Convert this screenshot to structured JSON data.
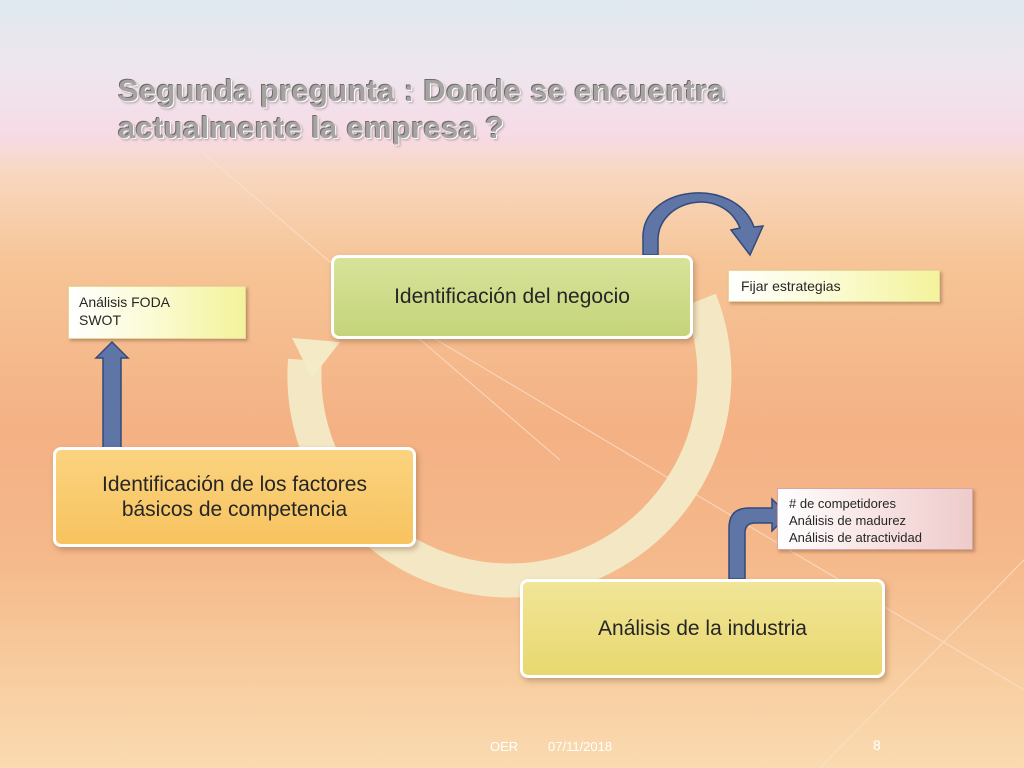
{
  "slide": {
    "title_line1": "Segunda pregunta : Donde se encuentra",
    "title_line2": "actualmente la empresa  ?",
    "boxes": {
      "negocio": "Identificación del negocio",
      "factores_line1": "Identificación de los factores",
      "factores_line2": "básicos de competencia",
      "industria": "Análisis de la industria"
    },
    "notes": {
      "foda": [
        "Análisis FODA",
        "SWOT"
      ],
      "fijar": "Fijar estrategias",
      "industria": [
        "# de competidores",
        "Análisis de madurez",
        "Análisis de atractividad"
      ]
    },
    "footer": {
      "author": "OER",
      "date": "07/11/2018",
      "page": "8"
    }
  },
  "colors": {
    "cycle_ring": "#f3ecc9",
    "arrow_fill": "#5f75a6",
    "arrow_stroke": "#324a7c",
    "box_negocio": "#cbd984",
    "box_factores": "#f9ca6c",
    "box_industria": "#ebdc78"
  }
}
